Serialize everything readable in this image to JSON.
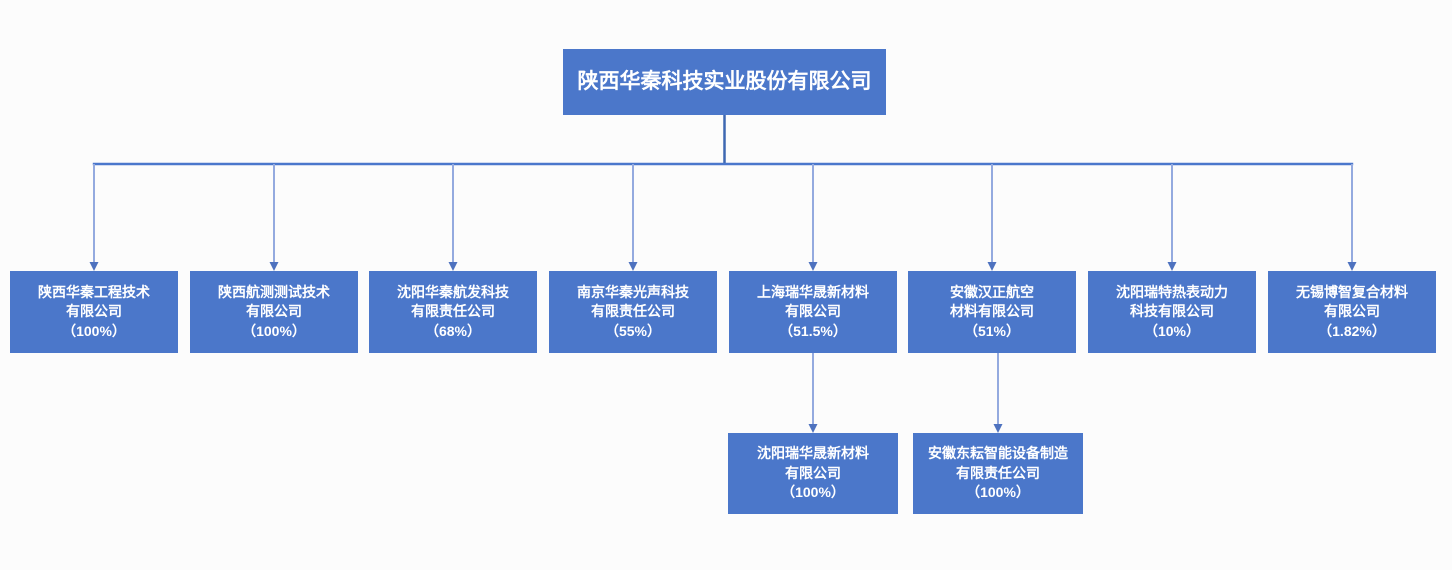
{
  "colors": {
    "box_fill": "#4B77CA",
    "box_text": "#FFFFFF",
    "stem": "#3E68B2",
    "rail": "#4A77CC",
    "arrow_shaft": "#94AADF",
    "arrow_head": "#4E72BF",
    "page_bg": "#FCFCFC"
  },
  "chart": {
    "type": "org-chart",
    "root": {
      "name": "陕西华秦科技实业股份有限公司"
    },
    "subsidiaries": [
      {
        "line1": "陕西华秦工程技术",
        "line2": "有限公司",
        "pct": "（100%）"
      },
      {
        "line1": "陕西航测测试技术",
        "line2": "有限公司",
        "pct": "（100%）"
      },
      {
        "line1": "沈阳华秦航发科技",
        "line2": "有限责任公司",
        "pct": "（68%）"
      },
      {
        "line1": "南京华秦光声科技",
        "line2": "有限责任公司",
        "pct": "（55%）"
      },
      {
        "line1": "上海瑞华晟新材料",
        "line2": "有限公司",
        "pct": "（51.5%）"
      },
      {
        "line1": "安徽汉正航空",
        "line2": "材料有限公司",
        "pct": "（51%）"
      },
      {
        "line1": "沈阳瑞特热表动力",
        "line2": "科技有限公司",
        "pct": "（10%）"
      },
      {
        "line1": "无锡博智复合材料",
        "line2": "有限公司",
        "pct": "（1.82%）"
      }
    ],
    "grandchildren": [
      {
        "parent_index": 4,
        "line1": "沈阳瑞华晟新材料",
        "line2": "有限公司",
        "pct": "（100%）"
      },
      {
        "parent_index": 5,
        "line1": "安徽东耘智能设备制造",
        "line2": "有限责任公司",
        "pct": "（100%）"
      }
    ]
  }
}
